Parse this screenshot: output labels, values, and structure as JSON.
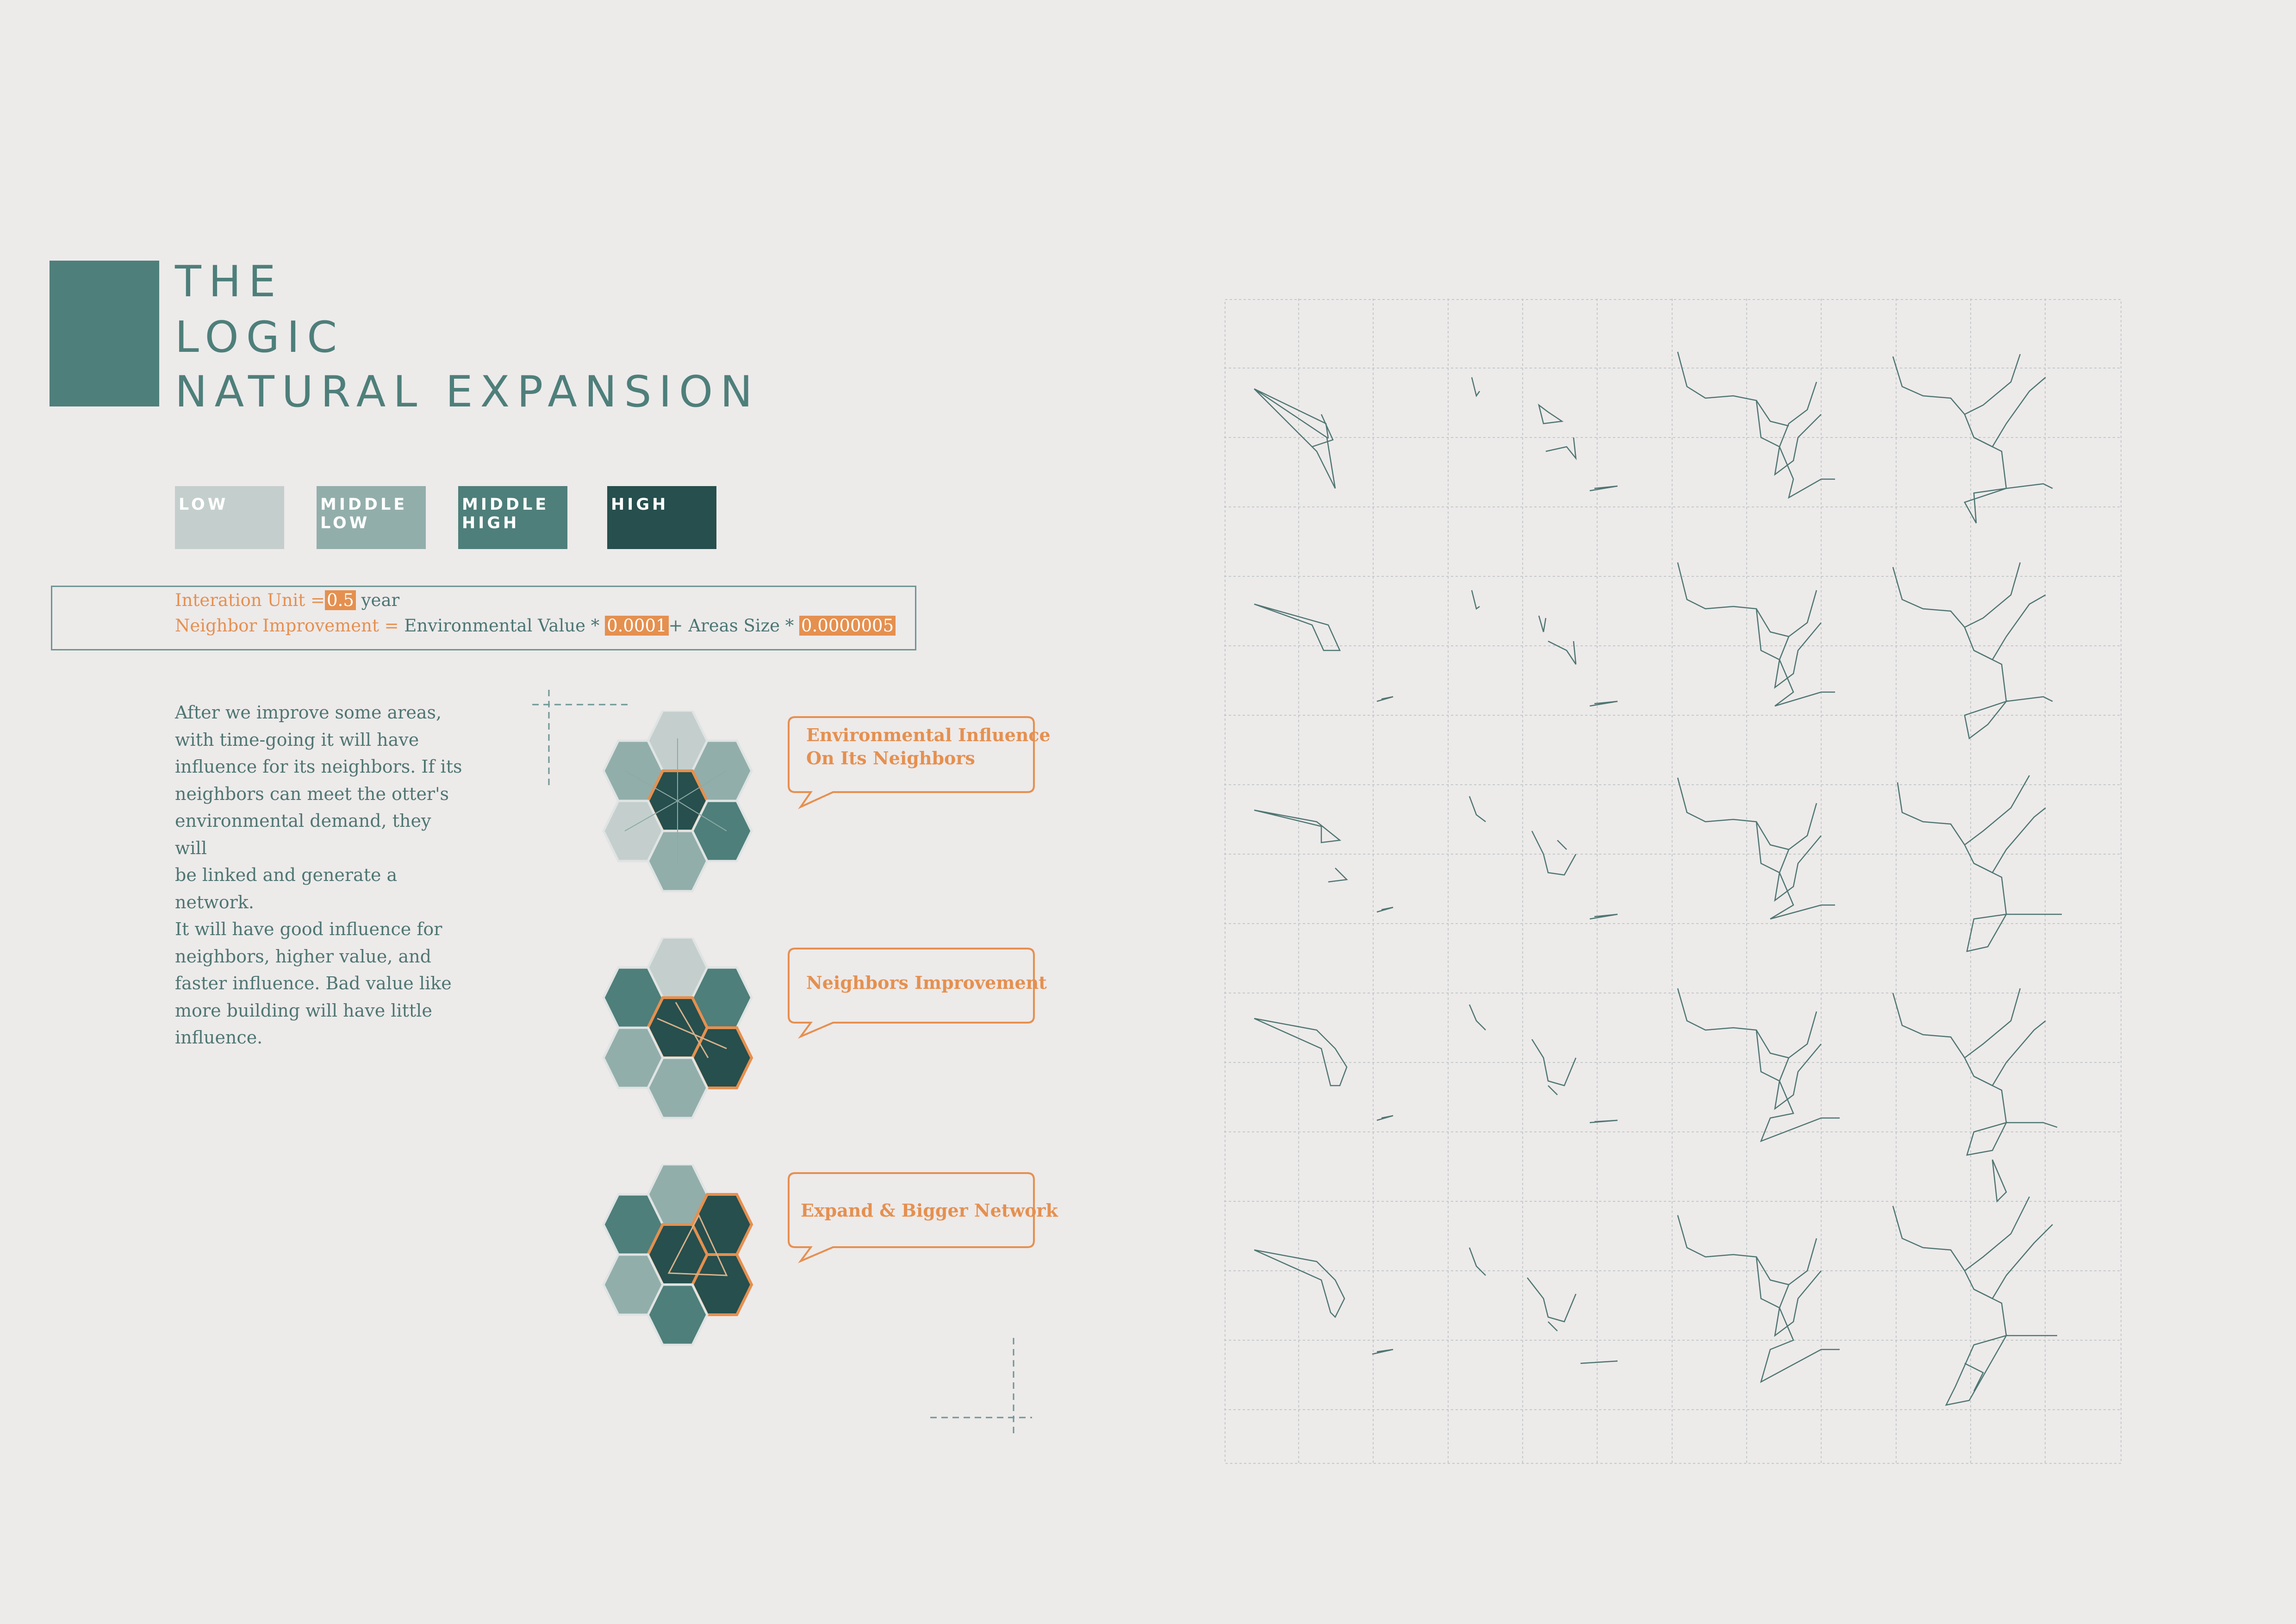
{
  "title": {
    "lines": [
      "THE",
      "LOGIC",
      "NATURAL EXPANSION"
    ]
  },
  "legend": {
    "levels": [
      {
        "label": "LOW",
        "color": "#c4cfcd"
      },
      {
        "label": "MIDDLE\nLOW",
        "color": "#92aeab"
      },
      {
        "label": "MIDDLE\nHIGH",
        "color": "#4e7f7a"
      },
      {
        "label": "HIGH",
        "color": "#264f4d"
      }
    ]
  },
  "formula": {
    "iteration_label": "Interation Unit",
    "equals": "=",
    "iteration_value": "0.5",
    "iteration_unit": "year",
    "neighbor_label": "Neighbor Improvement",
    "env_value_text": "Environmental Value *",
    "env_coef": "0.0001",
    "plus": "+",
    "area_text": "Areas Size *",
    "area_coef": "0.0000005"
  },
  "description": "After we improve some areas,\nwith time-going it will have\ninfluence for its neighbors. If its\nneighbors can meet the otter's\nenvironmental demand, they will\nbe linked and generate a network.\nIt will have good influence for\nneighbors, higher value, and\nfaster influence. Bad value like\nmore building will have little\ninfluence.",
  "steps": [
    {
      "label": "Environmental Influence\nOn Its Neighbors",
      "hex_levels": [
        "LOW",
        "MIDDLE LOW",
        "MIDDLE LOW",
        "HIGH",
        "LOW",
        "MIDDLE HIGH",
        "MIDDLE LOW"
      ]
    },
    {
      "label": "Neighbors Improvement",
      "hex_levels": [
        "LOW",
        "MIDDLE HIGH",
        "MIDDLE HIGH",
        "HIGH",
        "MIDDLE LOW",
        "HIGH",
        "MIDDLE LOW"
      ]
    },
    {
      "label": "Expand & Bigger Network",
      "hex_levels": [
        "MIDDLE LOW",
        "MIDDLE HIGH",
        "HIGH",
        "HIGH",
        "MIDDLE LOW",
        "HIGH",
        "MIDDLE HIGH"
      ]
    }
  ],
  "simulation_grid": {
    "rows": 5,
    "columns": 4,
    "grid_color": "#c2cac9",
    "line_color": "#4e7672"
  },
  "colors": {
    "accent": "#e5904f",
    "teal": "#4e7f7a",
    "dark": "#264f4d",
    "background": "#edeaea"
  }
}
